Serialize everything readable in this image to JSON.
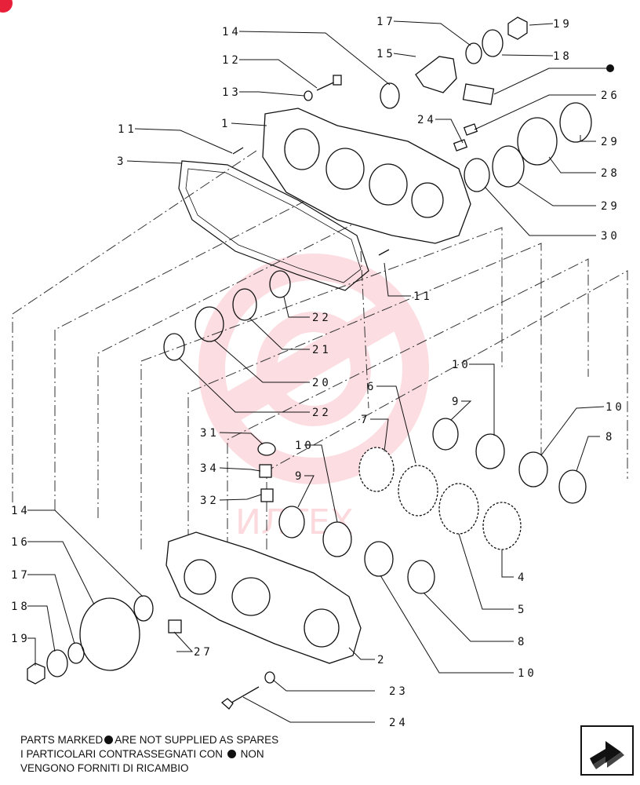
{
  "figure": {
    "reference_marker": "●",
    "callouts": [
      {
        "id": "c14a",
        "label": "14"
      },
      {
        "id": "c12",
        "label": "12"
      },
      {
        "id": "c13",
        "label": "13"
      },
      {
        "id": "c1",
        "label": "1"
      },
      {
        "id": "c11a",
        "label": "11"
      },
      {
        "id": "c3",
        "label": "3"
      },
      {
        "id": "c17a",
        "label": "17"
      },
      {
        "id": "c15",
        "label": "15"
      },
      {
        "id": "c19a",
        "label": "19"
      },
      {
        "id": "c18a",
        "label": "18"
      },
      {
        "id": "c26",
        "label": "26"
      },
      {
        "id": "c24a",
        "label": "24"
      },
      {
        "id": "c29a",
        "label": "29"
      },
      {
        "id": "c28",
        "label": "28"
      },
      {
        "id": "c29b",
        "label": "29"
      },
      {
        "id": "c30",
        "label": "30"
      },
      {
        "id": "c11b",
        "label": "11"
      },
      {
        "id": "c22a",
        "label": "22"
      },
      {
        "id": "c21",
        "label": "21"
      },
      {
        "id": "c20",
        "label": "20"
      },
      {
        "id": "c22b",
        "label": "22"
      },
      {
        "id": "c10a",
        "label": "10"
      },
      {
        "id": "c6",
        "label": "6"
      },
      {
        "id": "c9a",
        "label": "9"
      },
      {
        "id": "c10b",
        "label": "10"
      },
      {
        "id": "c8a",
        "label": "8"
      },
      {
        "id": "c7",
        "label": "7"
      },
      {
        "id": "c31",
        "label": "31"
      },
      {
        "id": "c10c",
        "label": "10"
      },
      {
        "id": "c34",
        "label": "34"
      },
      {
        "id": "c9b",
        "label": "9"
      },
      {
        "id": "c32",
        "label": "32"
      },
      {
        "id": "c14b",
        "label": "14"
      },
      {
        "id": "c16",
        "label": "16"
      },
      {
        "id": "c17b",
        "label": "17"
      },
      {
        "id": "c18b",
        "label": "18"
      },
      {
        "id": "c19b",
        "label": "19"
      },
      {
        "id": "c4",
        "label": "4"
      },
      {
        "id": "c5",
        "label": "5"
      },
      {
        "id": "c8b",
        "label": "8"
      },
      {
        "id": "c27",
        "label": "27"
      },
      {
        "id": "c2",
        "label": "2"
      },
      {
        "id": "c10d",
        "label": "10"
      },
      {
        "id": "c23",
        "label": "23"
      },
      {
        "id": "c24b",
        "label": "24"
      }
    ]
  },
  "notes": {
    "line1_before": "PARTS MARKED",
    "line1_after": "ARE NOT SUPPLIED AS SPARES",
    "line2_before": "I PARTICOLARI CONTRASSEGNATI CON",
    "line2_after": "NON",
    "line3": "VENGONO FORNITI DI RICAMBIO"
  },
  "watermark": {
    "text": "ИЛТЕХ",
    "color": "#f26d7d"
  },
  "colors": {
    "ink": "#111111",
    "badge": "#e8213b"
  },
  "icons": {
    "nav": "next-page-arrow-icon",
    "badge": "red-badge-icon"
  }
}
